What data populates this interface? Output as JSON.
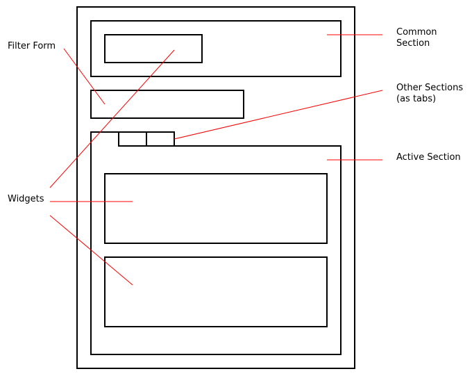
{
  "labels": {
    "filter_form": "Filter Form",
    "common_section": [
      "Common",
      "Section"
    ],
    "other_sections": [
      "Other Sections",
      "(as tabs)"
    ],
    "active_section": "Active Section",
    "widgets": "Widgets"
  },
  "colors": {
    "box": "#000000",
    "leader": "#ff0000"
  }
}
